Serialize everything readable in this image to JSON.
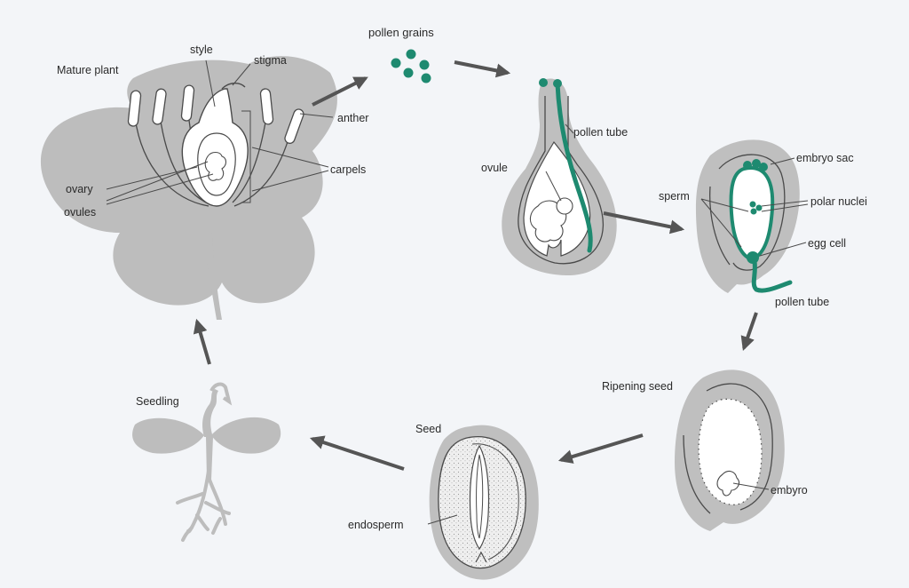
{
  "colors": {
    "background": "#f3f5f8",
    "tissue": "#bfbfbf",
    "outline": "#4a4a4a",
    "accent": "#1e8a70",
    "arrow": "#555555"
  },
  "labels": {
    "mature_plant": "Mature plant",
    "style": "style",
    "stigma": "stigma",
    "anther": "anther",
    "carpels": "carpels",
    "ovary": "ovary",
    "ovules": "ovules",
    "pollen_grains": "pollen grains",
    "pollen_tube_1": "pollen tube",
    "ovule": "ovule",
    "embryo_sac": "embryo sac",
    "sperm": "sperm",
    "polar_nuclei": "polar nuclei",
    "egg_cell": "egg cell",
    "pollen_tube_2": "pollen tube",
    "ripening_seed": "Ripening  seed",
    "embryo": "embyro",
    "seed": "Seed",
    "endosperm": "endosperm",
    "seedling": "Seedling"
  }
}
